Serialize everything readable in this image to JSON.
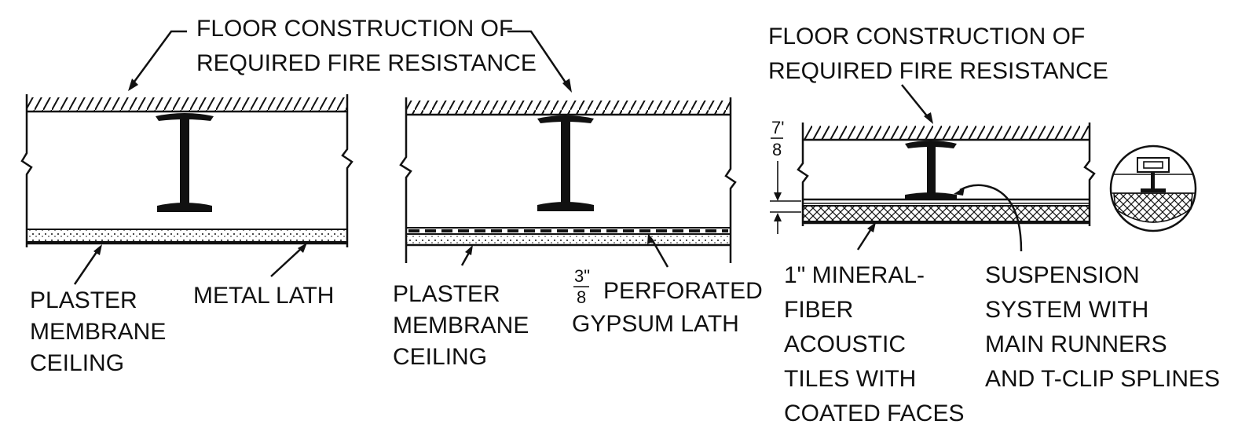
{
  "panel_1": {
    "floor_label_line1": "FLOOR CONSTRUCTION OF",
    "floor_label_line2": "REQUIRED FIRE RESISTANCE",
    "plaster_label": [
      "PLASTER",
      "MEMBRANE",
      "CEILING"
    ],
    "lath_label": "METAL LATH"
  },
  "panel_2": {
    "plaster_label": [
      "PLASTER",
      "MEMBRANE",
      "CEILING"
    ],
    "lath_fraction_num": "3\"",
    "lath_fraction_den": "8",
    "lath_label_line1": "PERFORATED",
    "lath_label_line2": "GYPSUM LATH"
  },
  "panel_3": {
    "floor_label_line1": "FLOOR CONSTRUCTION OF",
    "floor_label_line2": "REQUIRED FIRE RESISTANCE",
    "dim_num": "7'",
    "dim_den": "8",
    "tile_label": [
      "1\" MINERAL-",
      "FIBER",
      "ACOUSTIC",
      "TILES WITH",
      "COATED FACES"
    ],
    "suspension_label": [
      "SUSPENSION",
      "SYSTEM WITH",
      "MAIN RUNNERS",
      "AND T-CLIP SPLINES"
    ]
  },
  "colors": {
    "ink": "#111111",
    "background": "#ffffff"
  }
}
